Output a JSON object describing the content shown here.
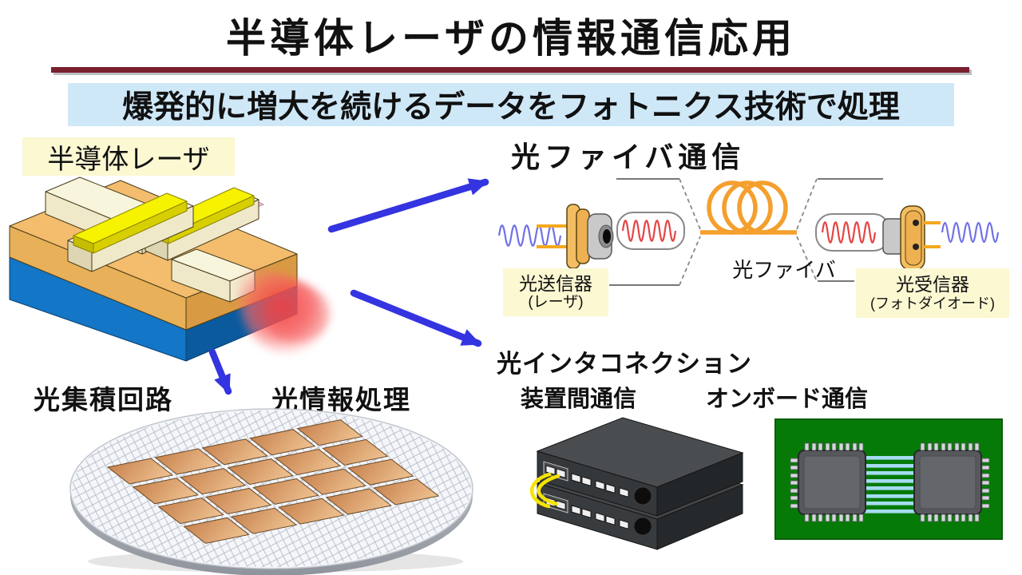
{
  "title": "半導体レーザの情報通信応用",
  "banner": "爆発的に増大を続けるデータをフォトニクス技術で処理",
  "laser": {
    "label": "半導体レーザ"
  },
  "fiber": {
    "heading": "光ファイバ通信",
    "transmitter1": "光送信器",
    "transmitter2": "(レーザ)",
    "label": "光ファイバ",
    "receiver1": "光受信器",
    "receiver2": "(フォトダイオード)"
  },
  "inter": {
    "heading": "光インタコネクション",
    "equipment": "装置間通信",
    "onboard": "オンボード通信"
  },
  "wafer": {
    "ic_label": "光集積回路",
    "processing_label": "光情報処理"
  },
  "colors": {
    "divider_maroon": "#7a1f2e",
    "banner_blue": "#cfe8f8",
    "label_yellow": "#fbf8d2",
    "arrow_blue": "#3434e0",
    "fiber_orange": "#f49f2e",
    "optical_signal_red": "#e64545",
    "electrical_signal_blue": "#7070e8",
    "laser_glow_red": "#f55050",
    "pcb_green": "#067a06"
  }
}
